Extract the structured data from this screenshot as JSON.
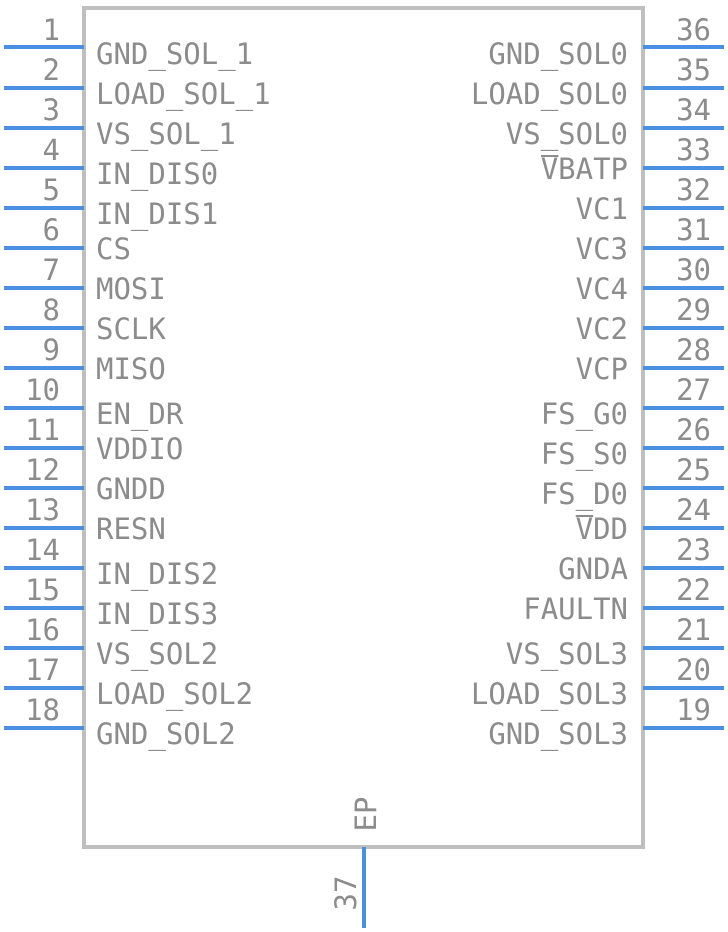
{
  "component": {
    "body_color": "#bfbfbf",
    "pin_color": "#4a90e2",
    "text_color": "#8c8c8c"
  },
  "left_pins": [
    {
      "number": "1",
      "name": "GND_SOL_1"
    },
    {
      "number": "2",
      "name": "LOAD_SOL_1"
    },
    {
      "number": "3",
      "name": "VS_SOL_1"
    },
    {
      "number": "4",
      "name": "IN_DIS0"
    },
    {
      "number": "5",
      "name": "IN_DIS1"
    },
    {
      "number": "6",
      "name": "CS"
    },
    {
      "number": "7",
      "name": "MOSI"
    },
    {
      "number": "8",
      "name": "SCLK"
    },
    {
      "number": "9",
      "name": "MISO"
    },
    {
      "number": "10",
      "name": "EN_DR"
    },
    {
      "number": "11",
      "name": "VDDIO"
    },
    {
      "number": "12",
      "name": "GNDD"
    },
    {
      "number": "13",
      "name": "RESN"
    },
    {
      "number": "14",
      "name": "IN_DIS2"
    },
    {
      "number": "15",
      "name": "IN_DIS3"
    },
    {
      "number": "16",
      "name": "VS_SOL2"
    },
    {
      "number": "17",
      "name": "LOAD_SOL2"
    },
    {
      "number": "18",
      "name": "GND_SOL2"
    }
  ],
  "right_pins": [
    {
      "number": "36",
      "name": "GND_SOL0"
    },
    {
      "number": "35",
      "name": "LOAD_SOL0"
    },
    {
      "number": "34",
      "name": "VS_SOL0"
    },
    {
      "number": "33",
      "name": "VBATP"
    },
    {
      "number": "32",
      "name": "VC1"
    },
    {
      "number": "31",
      "name": "VC3"
    },
    {
      "number": "30",
      "name": "VC4"
    },
    {
      "number": "29",
      "name": "VC2"
    },
    {
      "number": "28",
      "name": "VCP"
    },
    {
      "number": "27",
      "name": "FS_G0"
    },
    {
      "number": "26",
      "name": "FS_S0"
    },
    {
      "number": "25",
      "name": "FS_D0"
    },
    {
      "number": "24",
      "name": "VDD"
    },
    {
      "number": "23",
      "name": "GNDA"
    },
    {
      "number": "22",
      "name": "FAULTN"
    },
    {
      "number": "21",
      "name": "VS_SOL3"
    },
    {
      "number": "20",
      "name": "LOAD_SOL3"
    },
    {
      "number": "19",
      "name": "GND_SOL3"
    }
  ],
  "bottom_pin": {
    "number": "37",
    "name": "EP"
  }
}
